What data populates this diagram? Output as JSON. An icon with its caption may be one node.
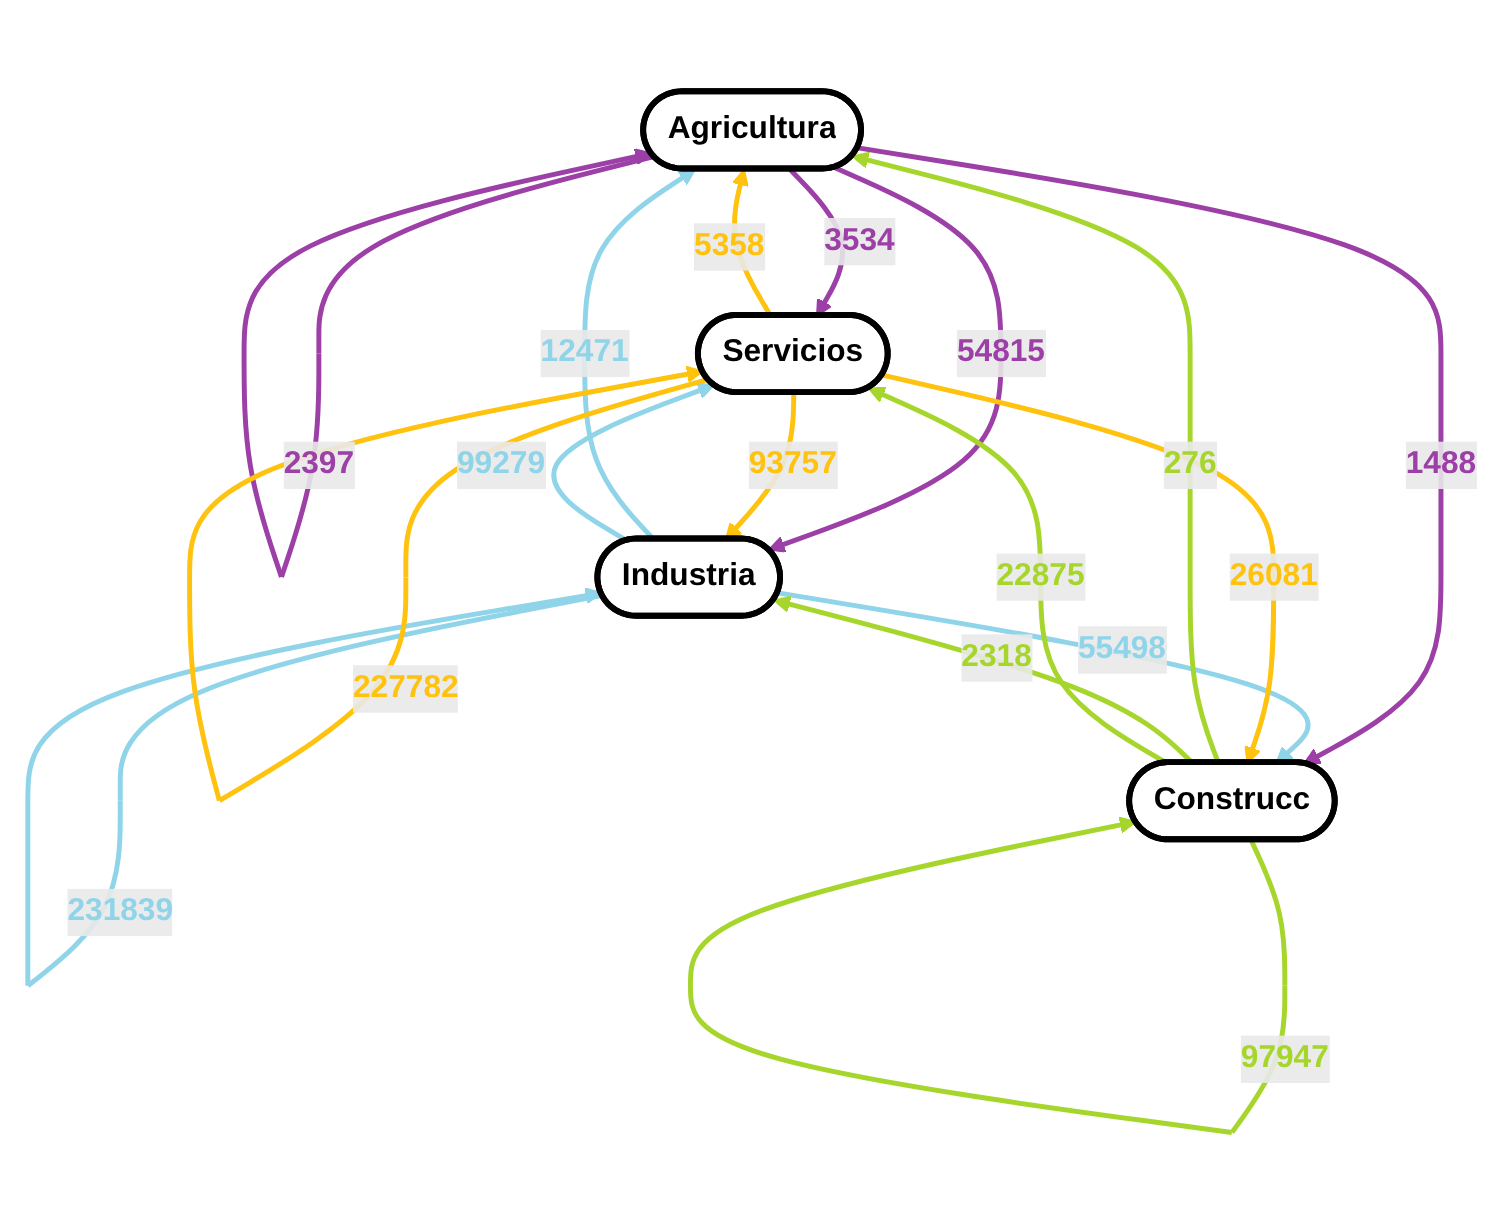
{
  "diagram": {
    "nodes": [
      {
        "text": [
          "Agricultura"
        ]
      },
      {
        "text": [
          "Industria"
        ]
      },
      {
        "text": [
          "Servicios"
        ]
      },
      {
        "text": [
          "Construcc"
        ]
      }
    ],
    "edges": [
      {
        "from": 0,
        "to": 0,
        "arrow": "to",
        "label": "2397",
        "color": "#9c3fa6"
      },
      {
        "from": 0,
        "to": 2,
        "arrow": "to",
        "label": "3534",
        "color": "#9c3fa6"
      },
      {
        "from": 0,
        "to": 1,
        "arrow": "to",
        "label": "54815",
        "color": "#9c3fa6"
      },
      {
        "from": 0,
        "to": 3,
        "arrow": "to",
        "label": "1488",
        "color": "#9c3fa6"
      },
      {
        "from": 1,
        "to": 0,
        "arrow": "to",
        "label": "12471",
        "color": "#8fd4e8"
      },
      {
        "from": 1,
        "to": 1,
        "arrow": "to",
        "label": "231839",
        "color": "#8fd4e8"
      },
      {
        "from": 1,
        "to": 2,
        "arrow": "to",
        "label": "99279",
        "color": "#8fd4e8"
      },
      {
        "from": 1,
        "to": 3,
        "arrow": "to",
        "label": "55498",
        "color": "#8fd4e8"
      },
      {
        "from": 2,
        "to": 0,
        "arrow": "to",
        "label": "5358",
        "color": "#ffc20e"
      },
      {
        "from": 2,
        "to": 2,
        "arrow": "to",
        "label": "227782",
        "color": "#ffc20e"
      },
      {
        "from": 2,
        "to": 1,
        "arrow": "to",
        "label": "93757",
        "color": "#ffc20e"
      },
      {
        "from": 2,
        "to": 3,
        "arrow": "to",
        "label": "26081",
        "color": "#ffc20e"
      },
      {
        "from": 3,
        "to": 0,
        "arrow": "to",
        "label": "276",
        "color": "#a6d62c"
      },
      {
        "from": 3,
        "to": 1,
        "arrow": "to",
        "label": "2318",
        "color": "#a6d62c"
      },
      {
        "from": 3,
        "to": 2,
        "arrow": "to",
        "label": "22875",
        "color": "#a6d62c"
      },
      {
        "from": 3,
        "to": 3,
        "arrow": "to",
        "label": "97947",
        "color": "#a6d62c"
      }
    ]
  }
}
